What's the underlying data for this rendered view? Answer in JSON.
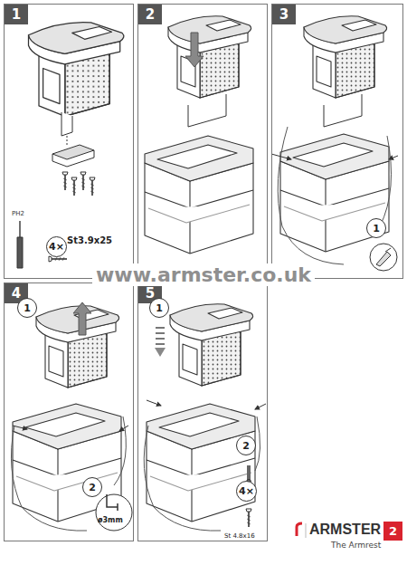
{
  "diagram": {
    "nodes": [
      {
        "text": [
          "1"
        ]
      },
      {
        "text": [
          "4×"
        ],
        "in": 0
      },
      {
        "text": [
          "2"
        ]
      },
      {
        "text": [
          "3"
        ]
      },
      {
        "text": [
          "1"
        ],
        "in": 3
      },
      {
        "text": [
          "4"
        ]
      },
      {
        "text": [
          "1"
        ],
        "in": 5
      },
      {
        "text": [
          "2"
        ],
        "in": 5
      },
      {
        "text": [
          "5"
        ]
      },
      {
        "text": [
          "1"
        ],
        "in": 8
      },
      {
        "text": [
          "2"
        ],
        "in": 8
      },
      {
        "text": [
          "4×"
        ],
        "in": 8
      },
      {
        "text": [
          "2"
        ]
      }
    ],
    "labels": [
      "PH2",
      "St3.9x25",
      "ø3mm",
      "St 4.8x16",
      "www.armster.co.uk",
      "ARMSTER",
      "The Armrest"
    ]
  }
}
